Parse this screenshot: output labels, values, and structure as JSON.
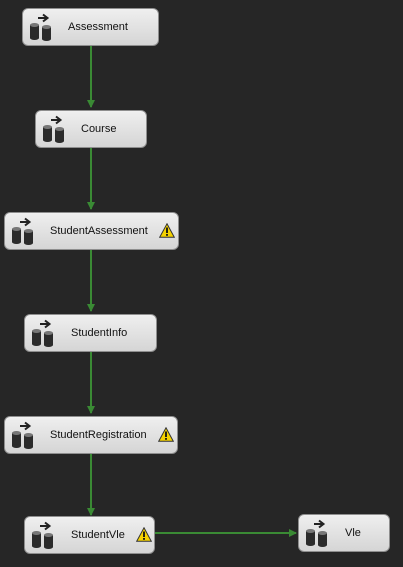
{
  "colors": {
    "background": "#262626",
    "node_fill": "#e3e3e3",
    "connector": "#3a8a34",
    "warning": "#f5d200"
  },
  "nodes": [
    {
      "id": "assessment",
      "label": "Assessment",
      "icon": "data-flow-task-icon",
      "warning": false
    },
    {
      "id": "course",
      "label": "Course",
      "icon": "data-flow-task-icon",
      "warning": false
    },
    {
      "id": "student-assessment",
      "label": "StudentAssessment",
      "icon": "data-flow-task-icon",
      "warning": true
    },
    {
      "id": "student-info",
      "label": "StudentInfo",
      "icon": "data-flow-task-icon",
      "warning": false
    },
    {
      "id": "student-registration",
      "label": "StudentRegistration",
      "icon": "data-flow-task-icon",
      "warning": true
    },
    {
      "id": "student-vle",
      "label": "StudentVle",
      "icon": "data-flow-task-icon",
      "warning": true
    },
    {
      "id": "vle",
      "label": "Vle",
      "icon": "data-flow-task-icon",
      "warning": false
    }
  ],
  "connections": [
    {
      "from": "assessment",
      "to": "course"
    },
    {
      "from": "course",
      "to": "student-assessment"
    },
    {
      "from": "student-assessment",
      "to": "student-info"
    },
    {
      "from": "student-info",
      "to": "student-registration"
    },
    {
      "from": "student-registration",
      "to": "student-vle"
    },
    {
      "from": "student-vle",
      "to": "vle"
    }
  ]
}
